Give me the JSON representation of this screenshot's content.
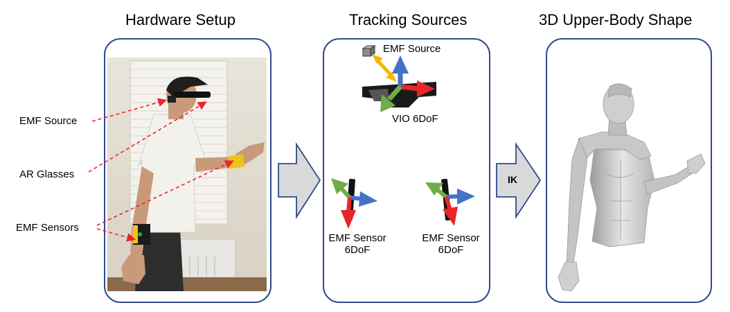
{
  "titles": {
    "hardware": "Hardware Setup",
    "tracking": "Tracking Sources",
    "shape": "3D  Upper-Body Shape"
  },
  "left_labels": {
    "emf_source": "EMF Source",
    "ar_glasses": "AR Glasses",
    "emf_sensors": "EMF Sensors"
  },
  "tracking": {
    "emf_source": "EMF Source",
    "vio": "VIO 6DoF",
    "sensor1_line1": "EMF Sensor",
    "sensor1_line2": "6DoF",
    "sensor2_line1": "EMF Sensor",
    "sensor2_line2": "6DoF"
  },
  "arrows": {
    "ik": "IK"
  },
  "colors": {
    "panel_border": "#2f4a8a",
    "arrow_red": "#e8262a",
    "arrow_blue": "#4472c4",
    "arrow_green": "#70ad47",
    "arrow_yellow": "#f5b800",
    "callout_red": "#e8262a",
    "block_arrow_fill": "#d9d9d9"
  }
}
